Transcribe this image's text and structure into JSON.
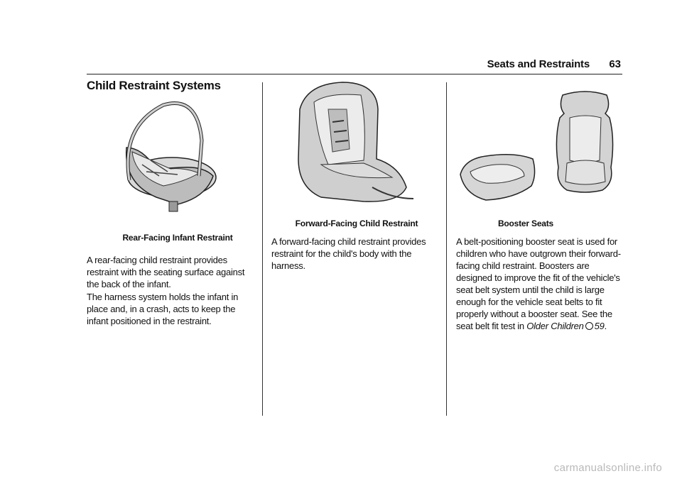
{
  "header": {
    "section": "Seats and Restraints",
    "page_number": "63"
  },
  "title": "Child Restraint Systems",
  "col1": {
    "caption": "Rear-Facing Infant Restraint",
    "paragraphs": [
      "A rear-facing child restraint provides restraint with the seating surface against the back of the infant.",
      "The harness system holds the infant in place and, in a crash, acts to keep the infant positioned in the restraint."
    ]
  },
  "col2": {
    "caption": "Forward-Facing Child Restraint",
    "paragraphs": [
      "A forward-facing child restraint provides restraint for the child's body with the harness."
    ]
  },
  "col3": {
    "caption": "Booster Seats",
    "paragraph_text": "A belt-positioning booster seat is used for children who have outgrown their forward-facing child restraint. Boosters are designed to improve the fit of the vehicle's seat belt system until the child is large enough for the vehicle seat belts to fit properly without a booster seat. See the seat belt fit test in",
    "link_text": "Older Children",
    "link_icon": "reference-circle-icon",
    "link_page": "59",
    "end_punct": "."
  },
  "footer": {
    "watermark": "carmanualsonline.info"
  }
}
